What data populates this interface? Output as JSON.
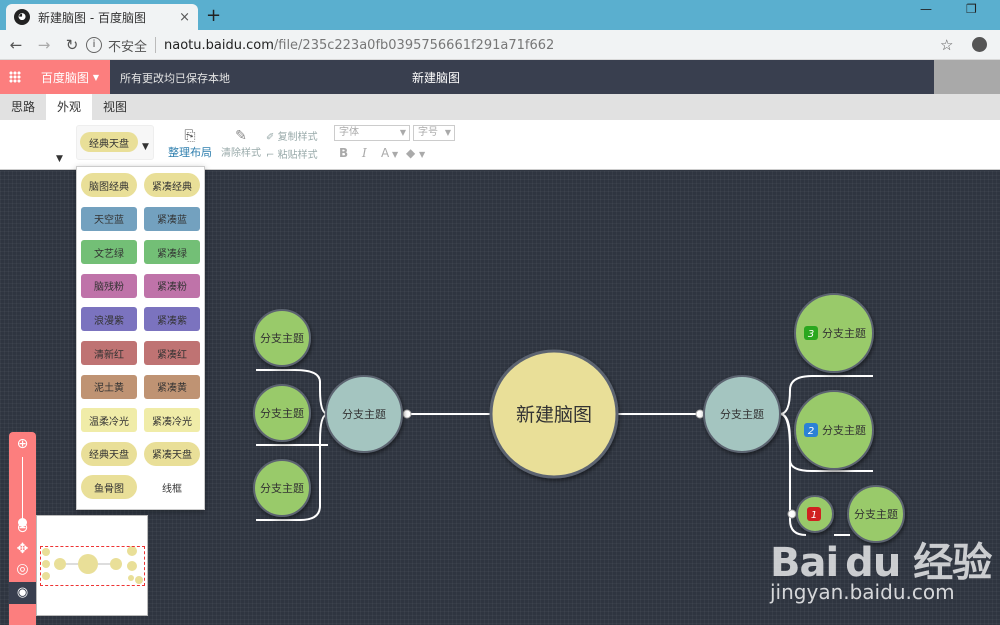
{
  "browser": {
    "tab_title": "新建脑图 - 百度脑图",
    "tab_close": "×",
    "new_tab": "+",
    "minimize": "—",
    "restore": "❐",
    "security": "不安全",
    "url_host": "naotu.baidu.com",
    "url_path": "/file/235c223a0fb0395756661f291a71f662"
  },
  "app": {
    "brand": "百度脑图",
    "save_status": "所有更改均已保存本地",
    "doc_title": "新建脑图"
  },
  "menu_tabs": [
    {
      "label": "思路"
    },
    {
      "label": "外观"
    },
    {
      "label": "视图"
    }
  ],
  "toolbar": {
    "current_theme": "经典天盘",
    "arrange_layout": "整理布局",
    "clear_style": "清除样式",
    "copy_style": "复制样式",
    "paste_style": "粘贴样式",
    "font_family": "字体",
    "font_size": "字号",
    "bold": "B",
    "italic": "I",
    "font_color": "A",
    "bg_color": "◆"
  },
  "theme_options": [
    {
      "label": "脑图经典",
      "color": "#e9df98",
      "shape": "pill"
    },
    {
      "label": "紧凑经典",
      "color": "#e9df98",
      "shape": "pill"
    },
    {
      "label": "天空蓝",
      "color": "#73a1bf",
      "shape": "sq"
    },
    {
      "label": "紧凑蓝",
      "color": "#73a1bf",
      "shape": "sq"
    },
    {
      "label": "文艺绿",
      "color": "#73bf76",
      "shape": "sq"
    },
    {
      "label": "紧凑绿",
      "color": "#73bf76",
      "shape": "sq"
    },
    {
      "label": "脑残粉",
      "color": "#bf73a9",
      "shape": "sq"
    },
    {
      "label": "紧凑粉",
      "color": "#bf73a9",
      "shape": "sq"
    },
    {
      "label": "浪漫紫",
      "color": "#7b73bf",
      "shape": "sq"
    },
    {
      "label": "紧凑紫",
      "color": "#7b73bf",
      "shape": "sq"
    },
    {
      "label": "清新红",
      "color": "#bf7373",
      "shape": "sq"
    },
    {
      "label": "紧凑红",
      "color": "#bf7373",
      "shape": "sq"
    },
    {
      "label": "泥土黄",
      "color": "#bf9373",
      "shape": "sq"
    },
    {
      "label": "紧凑黄",
      "color": "#bf9373",
      "shape": "sq"
    },
    {
      "label": "温柔冷光",
      "color": "#f0eca8",
      "shape": "sq"
    },
    {
      "label": "紧凑冷光",
      "color": "#f0eca8",
      "shape": "sq"
    },
    {
      "label": "经典天盘",
      "color": "#e9df98",
      "shape": "pill"
    },
    {
      "label": "紧凑天盘",
      "color": "#e9df98",
      "shape": "pill"
    },
    {
      "label": "鱼骨图",
      "color": "#e9df98",
      "shape": "pill"
    },
    {
      "label": "线框",
      "color": "#ffffff",
      "shape": "sq"
    }
  ],
  "mindmap": {
    "root": "新建脑图",
    "left_branch": "分支主题",
    "left_children": [
      "分支主题",
      "分支主题",
      "分支主题"
    ],
    "right_branch": "分支主题",
    "right_children": [
      {
        "label": "分支主题",
        "priority": "3"
      },
      {
        "label": "分支主题",
        "priority": "2"
      },
      {
        "label": "",
        "priority": "1"
      }
    ],
    "right_grandchild": "分支主题",
    "colors": {
      "root": "#e9df98",
      "branch": "#a4c5c0",
      "leaf": "#99ca6a",
      "p3": "#2aa71f",
      "p2": "#2b81d6",
      "p1": "#d02020"
    }
  },
  "zoom": {
    "zoom_in": "⊕",
    "zoom_out": "⊖",
    "move": "✥",
    "locate": "◎",
    "eye": "◉"
  },
  "watermark": {
    "brand": "Bai du 经验",
    "url": "jingyan.baidu.com"
  }
}
